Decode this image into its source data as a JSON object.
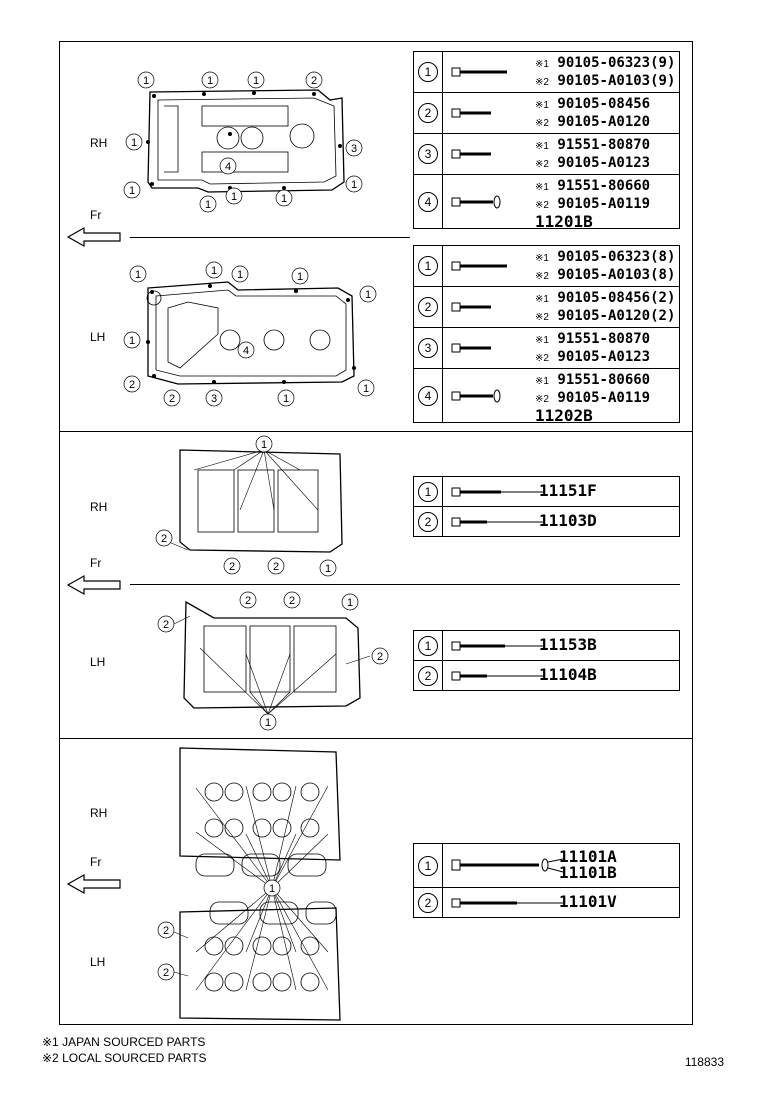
{
  "side_labels": {
    "rh": "RH",
    "lh": "LH",
    "front": "Fr"
  },
  "callouts": {
    "one": "1",
    "two": "2",
    "three": "3",
    "four": "4"
  },
  "marks": {
    "m1": "※1",
    "m2": "※2"
  },
  "valve_cover_rh": {
    "rows": [
      {
        "num": "1",
        "a": "90105-06323(9)",
        "b": "90105-A0103(9)"
      },
      {
        "num": "2",
        "a": "90105-08456",
        "b": "90105-A0120"
      },
      {
        "num": "3",
        "a": "91551-80870",
        "b": "90105-A0123"
      },
      {
        "num": "4",
        "a": "91551-80660",
        "b": "90105-A0119",
        "c": "11201B"
      }
    ]
  },
  "valve_cover_lh": {
    "rows": [
      {
        "num": "1",
        "a": "90105-06323(8)",
        "b": "90105-A0103(8)"
      },
      {
        "num": "2",
        "a": "90105-08456(2)",
        "b": "90105-A0120(2)"
      },
      {
        "num": "3",
        "a": "91551-80870",
        "b": "90105-A0123"
      },
      {
        "num": "4",
        "a": "91551-80660",
        "b": "90105-A0119",
        "c": "11202B"
      }
    ]
  },
  "housing_rh": {
    "rows": [
      {
        "num": "1",
        "part": "11151F"
      },
      {
        "num": "2",
        "part": "11103D"
      }
    ]
  },
  "housing_lh": {
    "rows": [
      {
        "num": "1",
        "part": "11153B"
      },
      {
        "num": "2",
        "part": "11104B"
      }
    ]
  },
  "cylinder_head": {
    "rows": [
      {
        "num": "1",
        "a": "11101A",
        "b": "11101B"
      },
      {
        "num": "2",
        "part": "11101V"
      }
    ]
  },
  "footnotes": {
    "n1": "※1 JAPAN SOURCED PARTS",
    "n2": "※2 LOCAL SOURCED PARTS"
  },
  "diagram_code": "118833"
}
